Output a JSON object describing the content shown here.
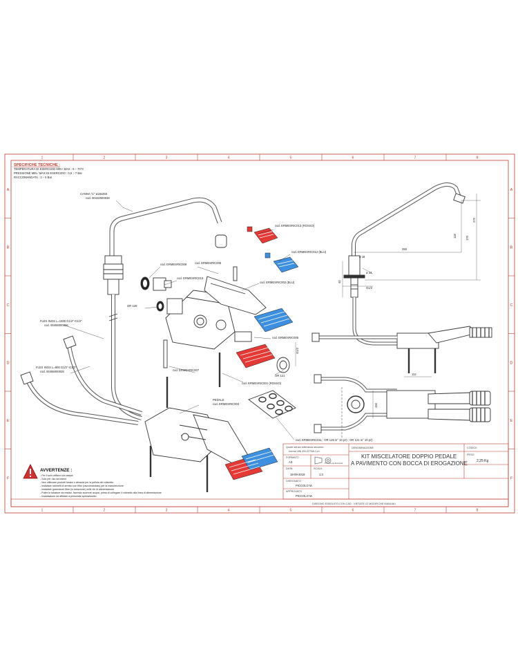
{
  "border": {
    "columns": [
      "1",
      "2",
      "3",
      "4",
      "5",
      "6",
      "7",
      "8"
    ],
    "rows": [
      "A",
      "B",
      "C",
      "D",
      "E",
      "F"
    ]
  },
  "specs": {
    "heading": "SPECIFICHE TECNICHE :",
    "lines": [
      "TEMPERATURA DI ESERCIZIO MIN / MAX : 5 ÷ 70°C",
      "PRESSIONE MIN / MAX DI ESERCIZIO : 0,5 ÷ 7 Bar",
      "RACCOMANDATA : 3 ÷ 5 Bar"
    ]
  },
  "callouts": {
    "canna": [
      "CANNA \"C\" ø18x250",
      "cod. 00432000038"
    ],
    "ric009": "cod. ERMESRIC009",
    "ric010": "cod. ERMESRIC010",
    "ric006": "cod. ERMESRIC006",
    "ric013": "cod. ERMESRIC013 (ROSSO)",
    "ric012": "cod. ERMESRIC012 (BLU)",
    "ric002": "cod. ERMESRIC002 (BLU)",
    "or128": "OR 128",
    "ric005": "cod. ERMESRIC005",
    "or121": "OR 121",
    "ric007": "cod. ERMESRIC007",
    "ric001": "cod. ERMESRIC001 (ROSSO)",
    "flex1": [
      "FLEX INOX L=1500 G1/2\"-G1/2\"",
      "cod. 00455000026"
    ],
    "flex2": [
      "FLEX INOX L=900 G1/2\"-G1/2\"",
      "cod. 00455000025"
    ],
    "pedale": [
      "PEDALE",
      "cod. ERMESRIC003"
    ],
    "ric011": "cod. ERMESRIC011 : OR 128 in° 10 pz) ; OR 121 in° 10 pz)"
  },
  "dimensions": {
    "d250": "250",
    "d170": "170",
    "d118": "118",
    "d270": "270",
    "d18": "ø 18",
    "d34": "ø 34",
    "d40": "40",
    "g12": "G1/2",
    "d112": "112",
    "d150": "150",
    "g12b": "G1/2"
  },
  "warning": {
    "heading": "AVVERTENZE :",
    "lines": [
      "- Per il solo utilizzo con acqua",
      "- Solo per uso da interni",
      "- Non utilizzare prodotti tossici o abrasivi per la pulizia del rubinetto",
      "- Installare rubinetti di arresto con filtro (raccomandato) per la manutenzione",
      "- Installare guarnizioni fibre (in dotazione) nelle vie di alimentazione",
      "- Pulire le tubature da residui, facendo scorrere acqua, prima di collegare il rubinetto alla linea di alimentazione",
      "- Installazione da affidare a personale specializzato"
    ]
  },
  "title_block": {
    "tolerance": [
      "Quote senza tolleranza secondo",
      "norma  UNI-EN-22768-1-m"
    ],
    "formato_label": "FORMATO",
    "formato_value": "A3",
    "proiezione": "Proiezione Europea",
    "data_label": "DATA",
    "data_value": "18-09-2018",
    "scala_label": "SCALA",
    "scala_value": "1:3",
    "disegnato_label": "DISEGNATO",
    "disegnato_value": "PICCOLO M.",
    "approvato_label": "APPROVATO",
    "approvato_value": "PICCOLO M.",
    "denominazione_label": "DENOMINAZIONE",
    "title_lines": [
      "KIT MISCELATORE DOPPIO PEDALE",
      "A PAVIMENTO CON BOCCA DI EROGAZIONE"
    ],
    "codice_label": "CODICE",
    "peso_label": "PESO",
    "peso_value": "2,25 Kg",
    "footer": "DISEGNO ESEGUITO CON CAD - VIETATE LE MODIFICHE MANUALI"
  },
  "colors": {
    "frame_red": "#c0392b",
    "pedal_red": "#e53935",
    "pedal_blue": "#3d8fe0"
  }
}
